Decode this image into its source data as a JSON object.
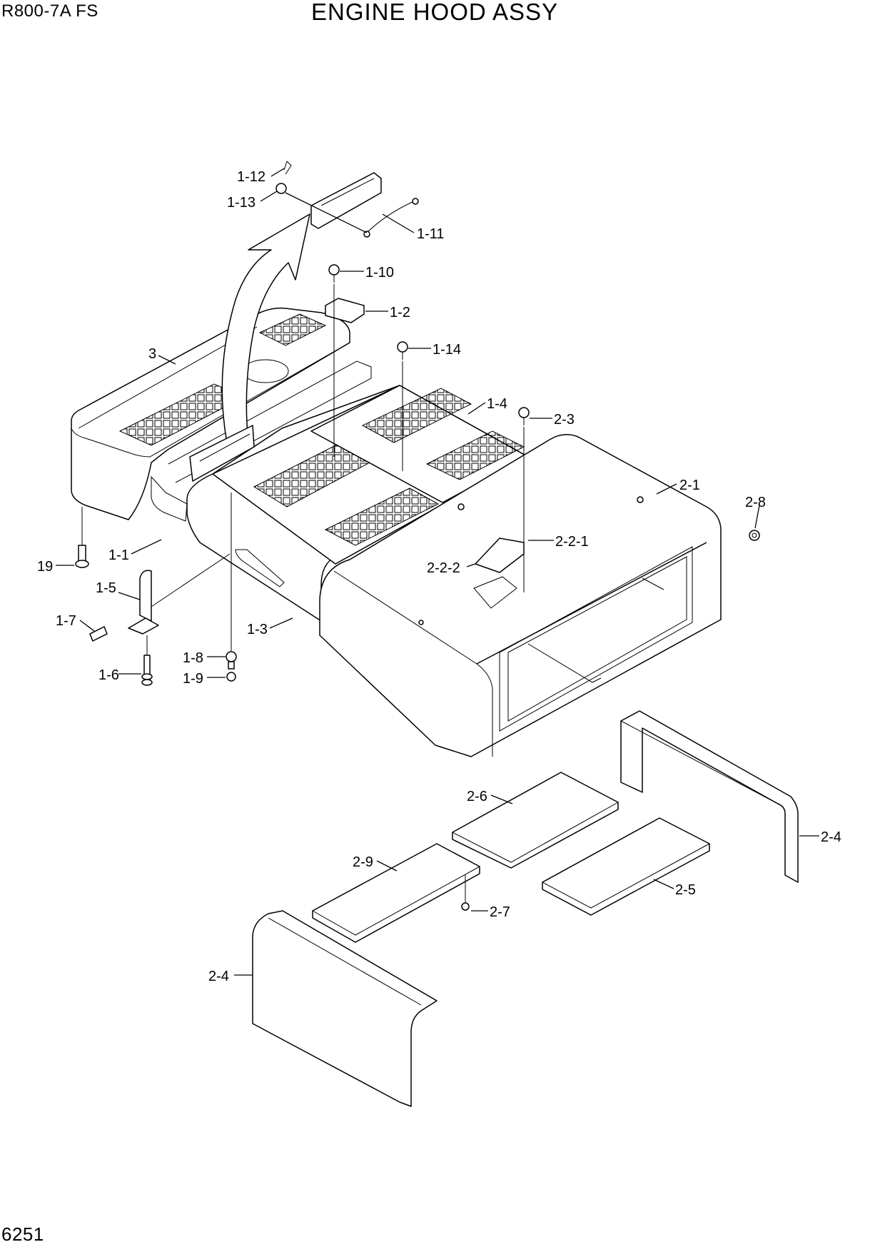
{
  "header": {
    "model": "R800-7A  FS",
    "title": "ENGINE HOOD ASSY"
  },
  "footer": {
    "page_number": "6251"
  },
  "callouts": [
    {
      "id": "1-12",
      "text": "1-12"
    },
    {
      "id": "1-13",
      "text": "1-13"
    },
    {
      "id": "1-11",
      "text": "1-11"
    },
    {
      "id": "1-10",
      "text": "1-10"
    },
    {
      "id": "1-2",
      "text": "1-2"
    },
    {
      "id": "1-14",
      "text": "1-14"
    },
    {
      "id": "3",
      "text": "3"
    },
    {
      "id": "1-4",
      "text": "1-4"
    },
    {
      "id": "2-3",
      "text": "2-3"
    },
    {
      "id": "2-1",
      "text": "2-1"
    },
    {
      "id": "2-8",
      "text": "2-8"
    },
    {
      "id": "2-2-1",
      "text": "2-2-1"
    },
    {
      "id": "2-2-2",
      "text": "2-2-2"
    },
    {
      "id": "19",
      "text": "19"
    },
    {
      "id": "1-1",
      "text": "1-1"
    },
    {
      "id": "1-5",
      "text": "1-5"
    },
    {
      "id": "1-7",
      "text": "1-7"
    },
    {
      "id": "1-3",
      "text": "1-3"
    },
    {
      "id": "1-8",
      "text": "1-8"
    },
    {
      "id": "1-9",
      "text": "1-9"
    },
    {
      "id": "1-6",
      "text": "1-6"
    },
    {
      "id": "2-6",
      "text": "2-6"
    },
    {
      "id": "2-4a",
      "text": "2-4"
    },
    {
      "id": "2-9",
      "text": "2-9"
    },
    {
      "id": "2-5",
      "text": "2-5"
    },
    {
      "id": "2-7",
      "text": "2-7"
    },
    {
      "id": "2-4b",
      "text": "2-4"
    }
  ]
}
